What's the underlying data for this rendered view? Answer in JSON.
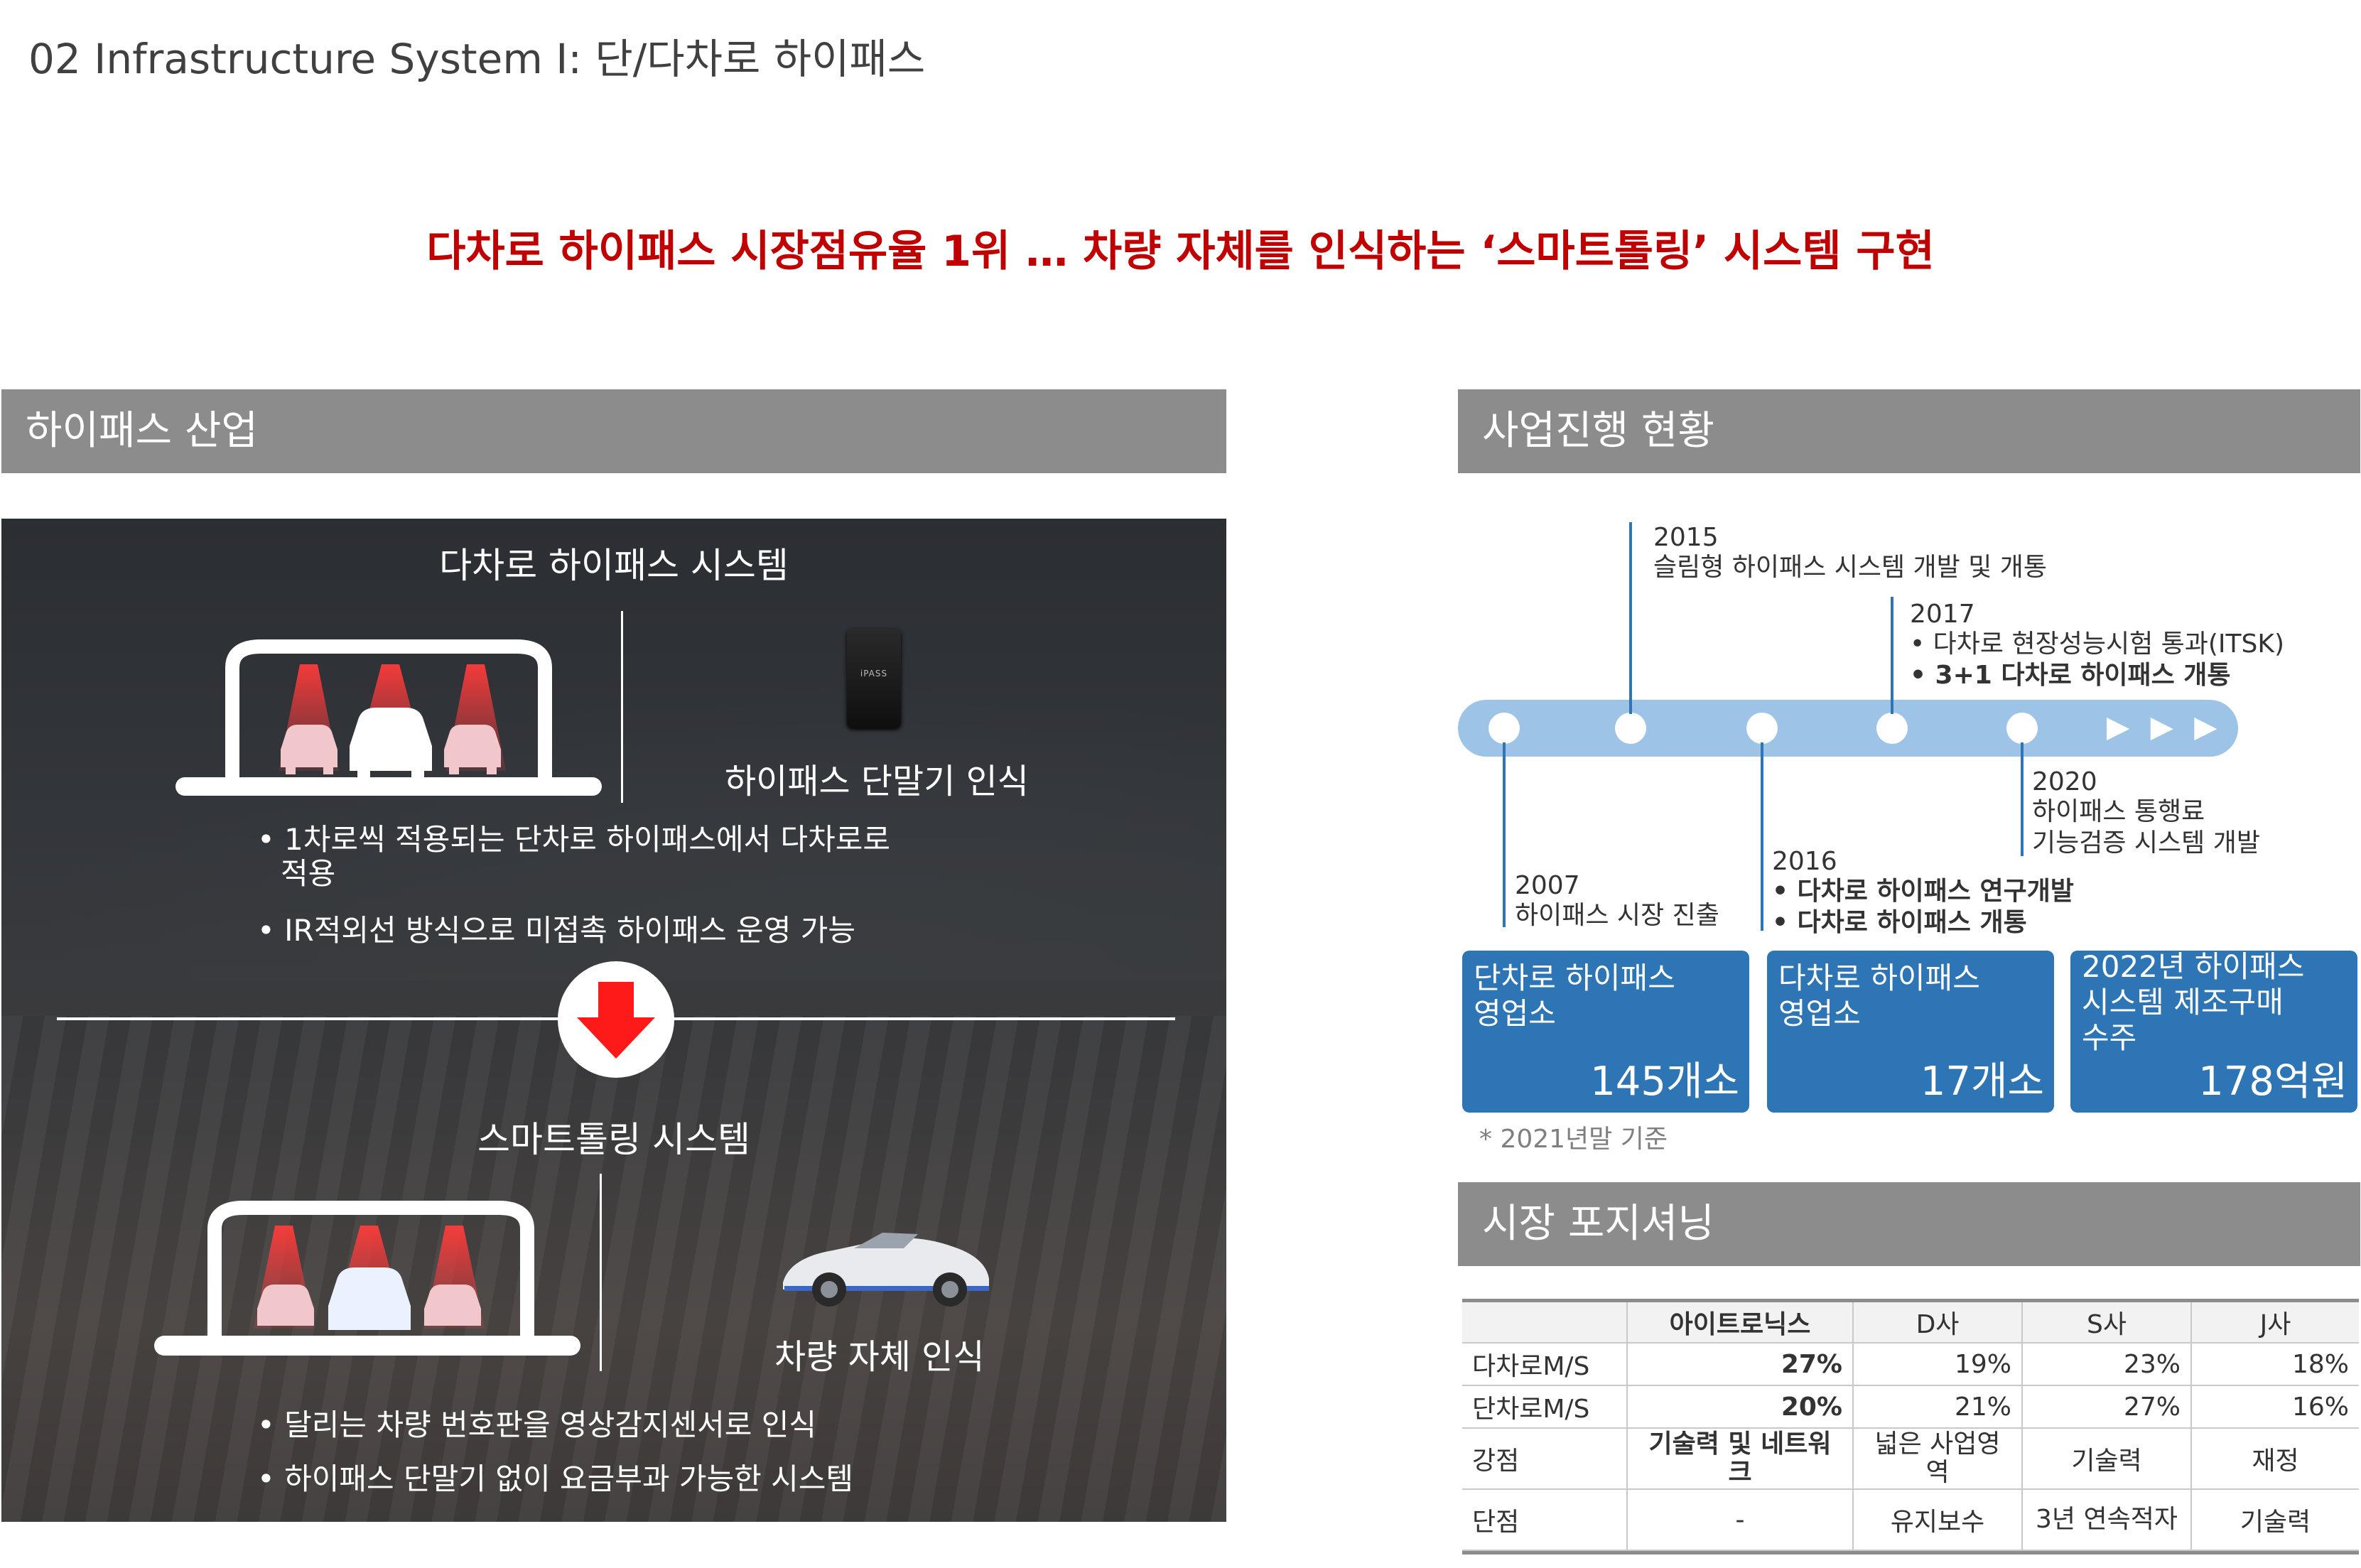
{
  "page_title": "02 Infrastructure System  Ⅰ: 단/다차로 하이패스",
  "headline": "다차로 하이패스 시장점유율 1위 … 차량 자체를 인식하는 ‘스마트톨링’ 시스템 구현",
  "left_section": {
    "header": "하이패스 산업",
    "multilane": {
      "title": "다차로 하이패스 시스템",
      "device_caption": "하이패스 단말기 인식",
      "device_brand": "iPASS",
      "bullets": [
        "1차로씩 적용되는 단차로 하이패스에서 다차로로",
        "적용",
        "IR적외선 방식으로 미접촉 하이패스 운영 가능"
      ]
    },
    "smart": {
      "title": "스마트톨링 시스템",
      "vehicle_caption": "차량 자체 인식",
      "bullets": [
        "달리는 차량 번호판을 영상감지센서로 인식",
        "하이패스 단말기 없이 요금부과 가능한 시스템"
      ]
    },
    "icons": [
      "toll-gate-icon",
      "car-icon",
      "arrow-down-icon",
      "hipass-device-icon"
    ]
  },
  "right_section": {
    "progress_header": "사업진행 현황",
    "timeline": {
      "y2015": {
        "year": "2015",
        "lines": [
          "슬림형 하이패스 시스템 개발 및 개통"
        ]
      },
      "y2017": {
        "year": "2017",
        "lines": [
          "• 다차로 현장성능시험 통과(ITSK)"
        ],
        "bold_lines": [
          "• 3+1 다차로 하이패스 개통"
        ]
      },
      "y2020": {
        "year": "2020",
        "lines": [
          "하이패스 통행료",
          "기능검증 시스템 개발"
        ]
      },
      "y2016": {
        "year": "2016",
        "bold_lines": [
          "• 다차로 하이패스 연구개발",
          "• 다차로 하이패스 개통"
        ]
      },
      "y2007": {
        "year": "2007",
        "lines": [
          "하이패스 시장 진출"
        ]
      },
      "arrows": "▶ ▶ ▶"
    },
    "stats": [
      {
        "label": [
          "단차로 하이패스",
          "영업소"
        ],
        "value": "145개소"
      },
      {
        "label": [
          "다차로 하이패스",
          "영업소"
        ],
        "value": "17개소"
      },
      {
        "label": [
          "2022년 하이패스",
          "시스템 제조구매",
          "수주"
        ],
        "value": "178억원"
      }
    ],
    "footnote": "* 2021년말 기준",
    "positioning_header": "시장 포지셔닝",
    "table": {
      "headers": [
        "",
        "아이트로닉스",
        "D사",
        "S사",
        "J사"
      ],
      "rows": [
        [
          "다차로M/S",
          "27%",
          "19%",
          "23%",
          "18%"
        ],
        [
          "단차로M/S",
          "20%",
          "21%",
          "27%",
          "16%"
        ],
        [
          "강점",
          "기술력 및 네트워크",
          "넓은 사업영역",
          "기술력",
          "재정"
        ],
        [
          "단점",
          "-",
          "유지보수",
          "3년 연속적자",
          "기술력"
        ]
      ]
    }
  },
  "colors": {
    "accent_red": "#c00000",
    "section_gray": "#8c8c8c",
    "timeline_blue": "#2e75b6",
    "timeline_bar": "#9dc3e6"
  }
}
